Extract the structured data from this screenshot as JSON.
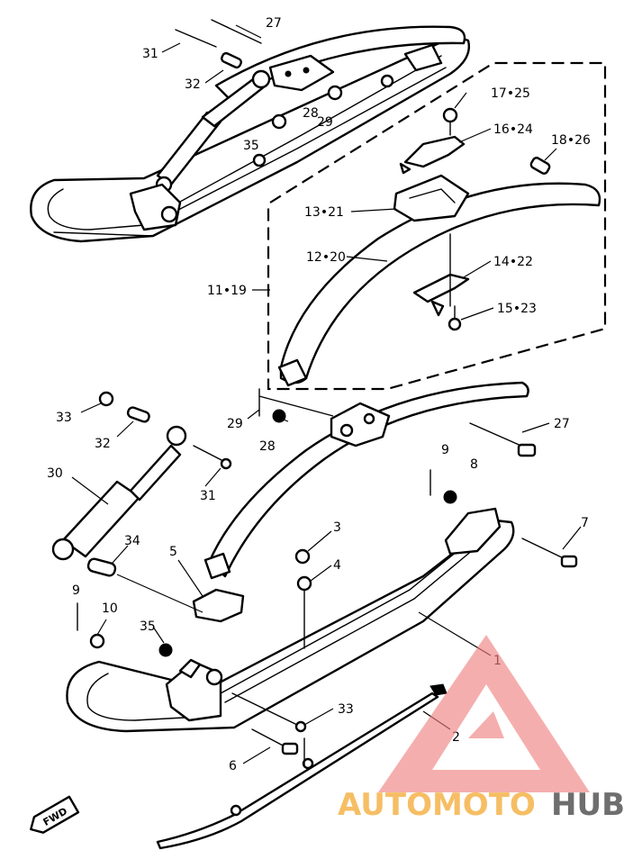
{
  "labels": {
    "l27a": "27",
    "l31a": "31",
    "l32a": "32",
    "l28a": "28",
    "l29a": "29",
    "l35a": "35",
    "l1725": "17•25",
    "l1624": "16•24",
    "l1826": "18•26",
    "l1321": "13•21",
    "l1220": "12•20",
    "l1422": "14•22",
    "l1119": "11•19",
    "l1523": "15•23",
    "l33a": "33",
    "l32b": "32",
    "l29b": "29",
    "l28b": "28",
    "l27b": "27",
    "l9a": "9",
    "l8": "8",
    "l31b": "31",
    "l30": "30",
    "l34": "34",
    "l5": "5",
    "l3": "3",
    "l4": "4",
    "l7": "7",
    "l9b": "9",
    "l10": "10",
    "l35b": "35",
    "l1": "1",
    "l33b": "33",
    "l2": "2",
    "l6": "6"
  },
  "fwd_label": "FWD",
  "watermark": {
    "part1": "AUTOMOTO",
    "part2": "HUB",
    "color1": "#f5b34a",
    "color2": "#555555",
    "triangle_color": "#f08080"
  }
}
